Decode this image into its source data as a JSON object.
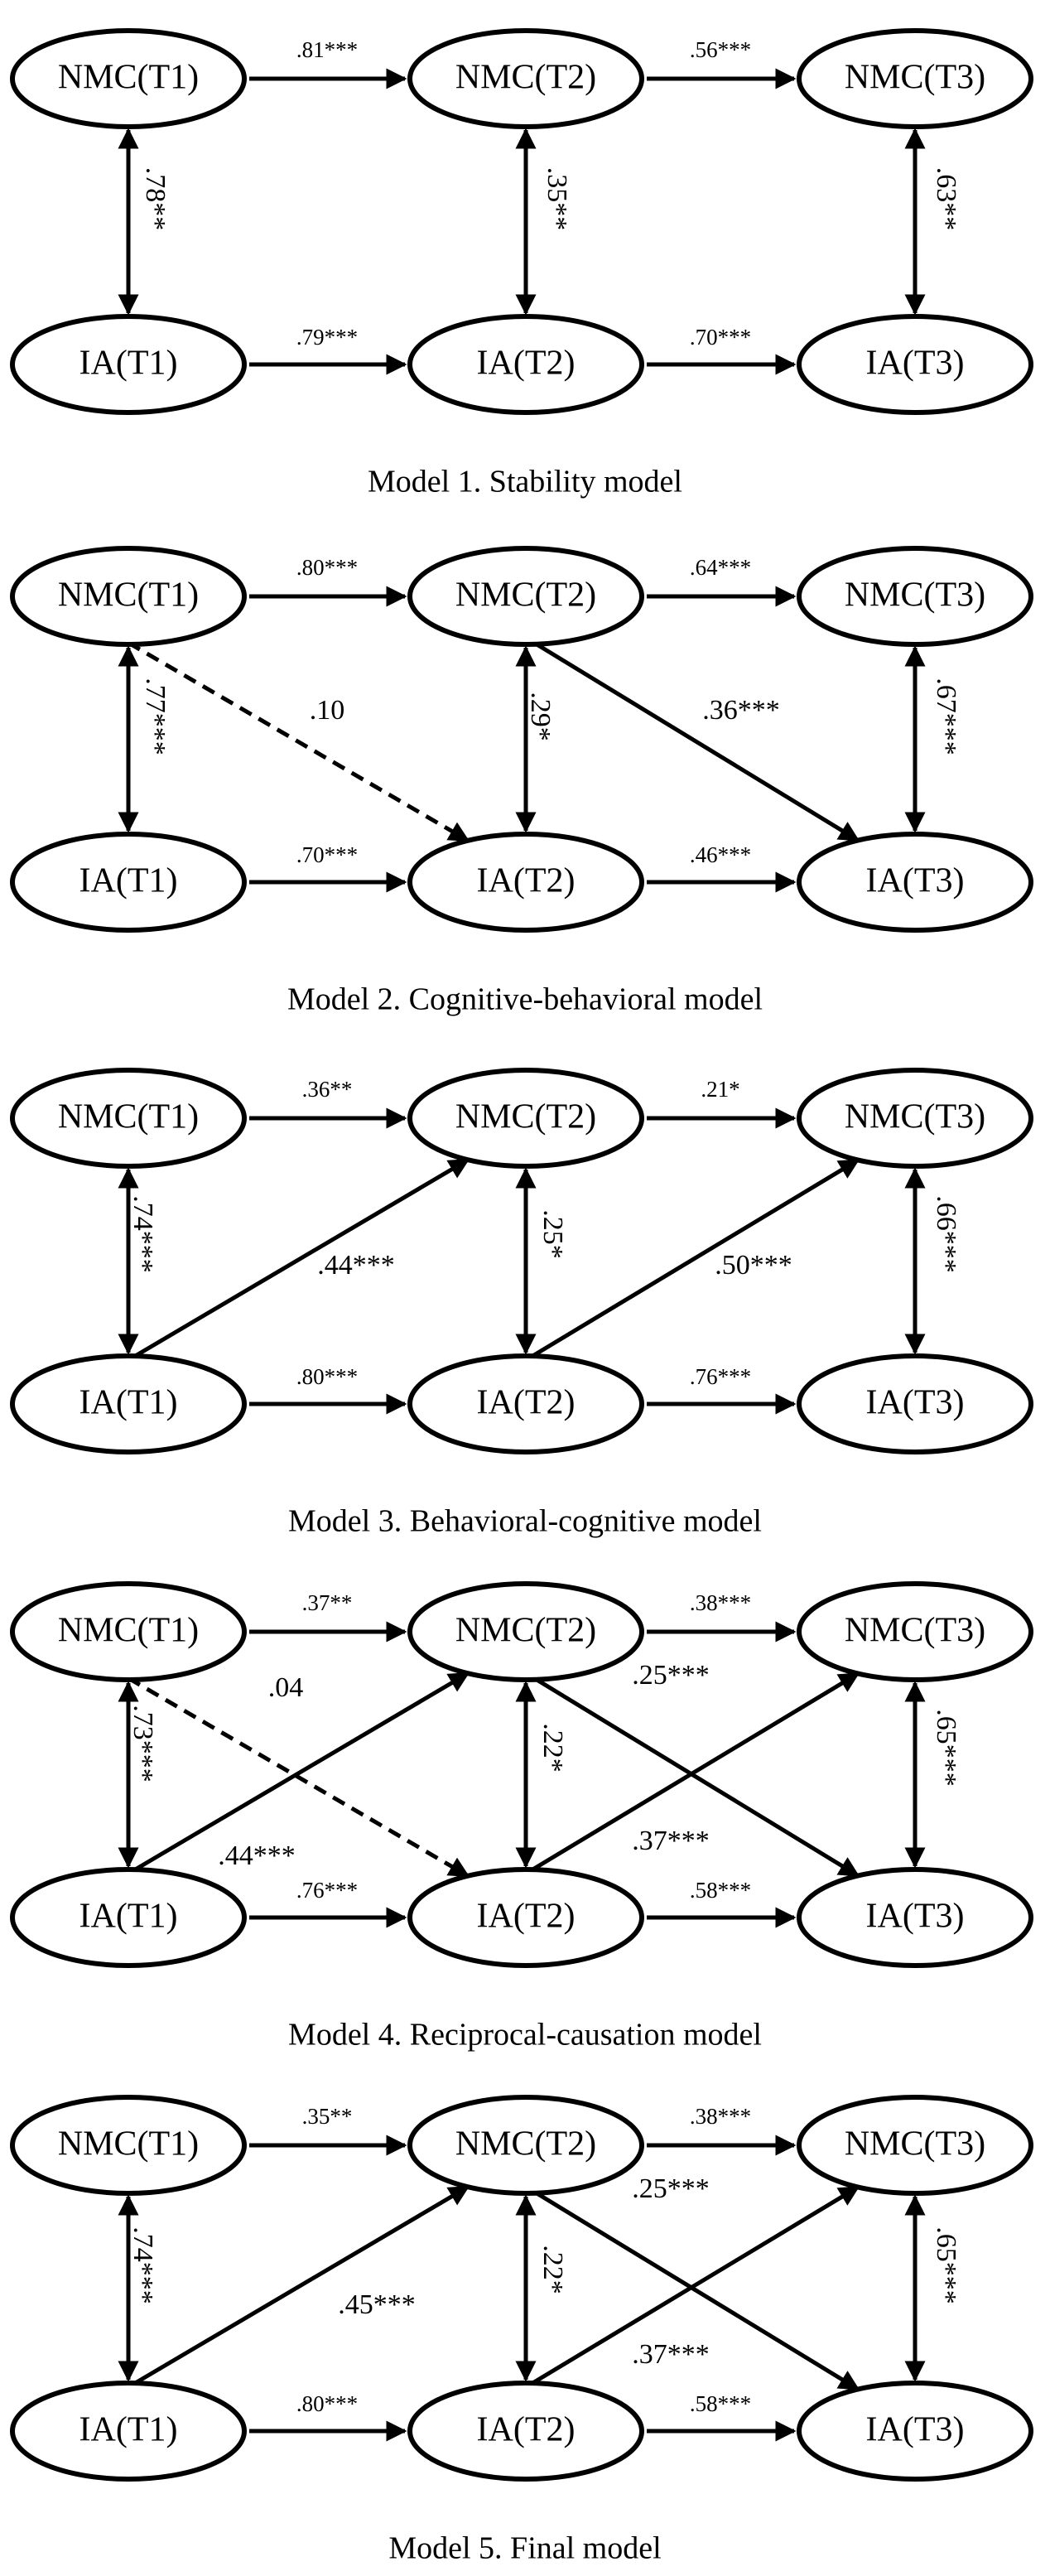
{
  "models": [
    {
      "caption": "Model 1. Stability model",
      "nodes": {
        "nmc1": "NMC(T1)",
        "nmc2": "NMC(T2)",
        "nmc3": "NMC(T3)",
        "ia1": "IA(T1)",
        "ia2": "IA(T2)",
        "ia3": "IA(T3)"
      },
      "edges": [
        {
          "from": "nmc1",
          "to": "nmc2",
          "label": ".81***",
          "style": "solid"
        },
        {
          "from": "nmc2",
          "to": "nmc3",
          "label": ".56***",
          "style": "solid"
        },
        {
          "from": "ia1",
          "to": "ia2",
          "label": ".79***",
          "style": "solid"
        },
        {
          "from": "ia2",
          "to": "ia3",
          "label": ".70***",
          "style": "solid"
        },
        {
          "from": "nmc1",
          "to": "ia1",
          "label": ".78**",
          "style": "double"
        },
        {
          "from": "nmc2",
          "to": "ia2",
          "label": ".35**",
          "style": "double"
        },
        {
          "from": "nmc3",
          "to": "ia3",
          "label": ".63**",
          "style": "double"
        }
      ]
    },
    {
      "caption": "Model 2. Cognitive-behavioral model",
      "nodes": {
        "nmc1": "NMC(T1)",
        "nmc2": "NMC(T2)",
        "nmc3": "NMC(T3)",
        "ia1": "IA(T1)",
        "ia2": "IA(T2)",
        "ia3": "IA(T3)"
      },
      "edges": [
        {
          "from": "nmc1",
          "to": "nmc2",
          "label": ".80***",
          "style": "solid"
        },
        {
          "from": "nmc2",
          "to": "nmc3",
          "label": ".64***",
          "style": "solid"
        },
        {
          "from": "ia1",
          "to": "ia2",
          "label": ".70***",
          "style": "solid"
        },
        {
          "from": "ia2",
          "to": "ia3",
          "label": ".46***",
          "style": "solid"
        },
        {
          "from": "nmc1",
          "to": "ia1",
          "label": ".77***",
          "style": "double"
        },
        {
          "from": "nmc2",
          "to": "ia2",
          "label": ".29*",
          "style": "double"
        },
        {
          "from": "nmc3",
          "to": "ia3",
          "label": ".67***",
          "style": "double"
        },
        {
          "from": "nmc1",
          "to": "ia2",
          "label": ".10",
          "style": "dashed"
        },
        {
          "from": "nmc2",
          "to": "ia3",
          "label": ".36***",
          "style": "solid"
        }
      ]
    },
    {
      "caption": "Model 3. Behavioral-cognitive model",
      "nodes": {
        "nmc1": "NMC(T1)",
        "nmc2": "NMC(T2)",
        "nmc3": "NMC(T3)",
        "ia1": "IA(T1)",
        "ia2": "IA(T2)",
        "ia3": "IA(T3)"
      },
      "edges": [
        {
          "from": "nmc1",
          "to": "nmc2",
          "label": ".36**",
          "style": "solid"
        },
        {
          "from": "nmc2",
          "to": "nmc3",
          "label": ".21*",
          "style": "solid"
        },
        {
          "from": "ia1",
          "to": "ia2",
          "label": ".80***",
          "style": "solid"
        },
        {
          "from": "ia2",
          "to": "ia3",
          "label": ".76***",
          "style": "solid"
        },
        {
          "from": "nmc1",
          "to": "ia1",
          "label": ".74***",
          "style": "double"
        },
        {
          "from": "nmc2",
          "to": "ia2",
          "label": ".25*",
          "style": "double"
        },
        {
          "from": "nmc3",
          "to": "ia3",
          "label": ".66***",
          "style": "double"
        },
        {
          "from": "ia1",
          "to": "nmc2",
          "label": ".44***",
          "style": "solid"
        },
        {
          "from": "ia2",
          "to": "nmc3",
          "label": ".50***",
          "style": "solid"
        }
      ]
    },
    {
      "caption": "Model 4. Reciprocal-causation model",
      "nodes": {
        "nmc1": "NMC(T1)",
        "nmc2": "NMC(T2)",
        "nmc3": "NMC(T3)",
        "ia1": "IA(T1)",
        "ia2": "IA(T2)",
        "ia3": "IA(T3)"
      },
      "edges": [
        {
          "from": "nmc1",
          "to": "nmc2",
          "label": ".37**",
          "style": "solid"
        },
        {
          "from": "nmc2",
          "to": "nmc3",
          "label": ".38***",
          "style": "solid"
        },
        {
          "from": "ia1",
          "to": "ia2",
          "label": ".76***",
          "style": "solid"
        },
        {
          "from": "ia2",
          "to": "ia3",
          "label": ".58***",
          "style": "solid"
        },
        {
          "from": "nmc1",
          "to": "ia1",
          "label": ".73***",
          "style": "double"
        },
        {
          "from": "nmc2",
          "to": "ia2",
          "label": ".22*",
          "style": "double"
        },
        {
          "from": "nmc3",
          "to": "ia3",
          "label": ".65***",
          "style": "double"
        },
        {
          "from": "nmc1",
          "to": "ia2",
          "label": ".04",
          "style": "dashed"
        },
        {
          "from": "ia1",
          "to": "nmc2",
          "label": ".44***",
          "style": "solid"
        },
        {
          "from": "nmc2",
          "to": "ia3",
          "label": ".25***",
          "style": "solid"
        },
        {
          "from": "ia2",
          "to": "nmc3",
          "label": ".37***",
          "style": "solid"
        }
      ]
    },
    {
      "caption": "Model 5. Final model",
      "nodes": {
        "nmc1": "NMC(T1)",
        "nmc2": "NMC(T2)",
        "nmc3": "NMC(T3)",
        "ia1": "IA(T1)",
        "ia2": "IA(T2)",
        "ia3": "IA(T3)"
      },
      "edges": [
        {
          "from": "nmc1",
          "to": "nmc2",
          "label": ".35**",
          "style": "solid"
        },
        {
          "from": "nmc2",
          "to": "nmc3",
          "label": ".38***",
          "style": "solid"
        },
        {
          "from": "ia1",
          "to": "ia2",
          "label": ".80***",
          "style": "solid"
        },
        {
          "from": "ia2",
          "to": "ia3",
          "label": ".58***",
          "style": "solid"
        },
        {
          "from": "nmc1",
          "to": "ia1",
          "label": ".74***",
          "style": "double"
        },
        {
          "from": "nmc2",
          "to": "ia2",
          "label": ".22*",
          "style": "double"
        },
        {
          "from": "nmc3",
          "to": "ia3",
          "label": ".65***",
          "style": "double"
        },
        {
          "from": "ia1",
          "to": "nmc2",
          "label": ".45***",
          "style": "solid"
        },
        {
          "from": "nmc2",
          "to": "ia3",
          "label": ".25***",
          "style": "solid"
        },
        {
          "from": "ia2",
          "to": "nmc3",
          "label": ".37***",
          "style": "solid"
        }
      ]
    }
  ]
}
